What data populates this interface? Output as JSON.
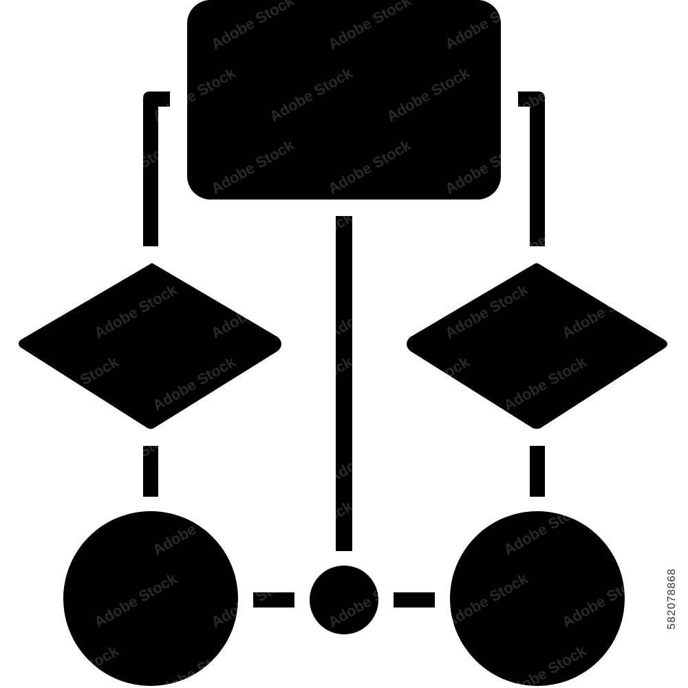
{
  "image": {
    "stock_id": "582078868",
    "watermark": "Adobe Stock"
  },
  "diagram": {
    "type": "flowchart-icon",
    "fill_color": "#000000",
    "background_color": "#ffffff",
    "nodes": [
      {
        "id": "process-rect",
        "shape": "rounded-rectangle"
      },
      {
        "id": "decision-left",
        "shape": "diamond"
      },
      {
        "id": "decision-right",
        "shape": "diamond"
      },
      {
        "id": "terminal-left",
        "shape": "circle"
      },
      {
        "id": "junction-center",
        "shape": "circle-small"
      },
      {
        "id": "terminal-right",
        "shape": "circle"
      }
    ],
    "connectors": [
      {
        "from": "process-rect",
        "to": "decision-left"
      },
      {
        "from": "process-rect",
        "to": "decision-right"
      },
      {
        "from": "process-rect",
        "to": "junction-center"
      },
      {
        "from": "decision-left",
        "to": "terminal-left"
      },
      {
        "from": "decision-right",
        "to": "terminal-right"
      },
      {
        "from": "terminal-left",
        "to": "junction-center"
      },
      {
        "from": "junction-center",
        "to": "terminal-right"
      }
    ]
  }
}
